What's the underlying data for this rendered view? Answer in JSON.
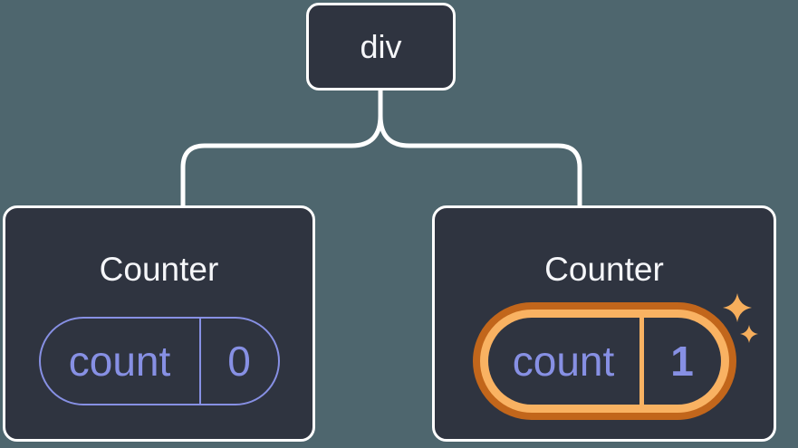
{
  "diagram": {
    "description": "Component tree: a div root with two Counter children, each holding a count state pill; the second Counter's state is highlighted as updated",
    "root": {
      "label": "div"
    },
    "children": [
      {
        "label": "Counter",
        "state_key": "count",
        "state_value": "0",
        "highlighted": false
      },
      {
        "label": "Counter",
        "state_key": "count",
        "state_value": "1",
        "highlighted": true
      }
    ]
  },
  "colors": {
    "bg": "#4E666E",
    "card": "#2F3440",
    "line": "#FFFFFF",
    "text": "#F5F6F9",
    "purple": "#8790E4",
    "orange-dark": "#C2661B",
    "orange-light": "#F9B262",
    "sparkle": "#F6AE5C"
  }
}
